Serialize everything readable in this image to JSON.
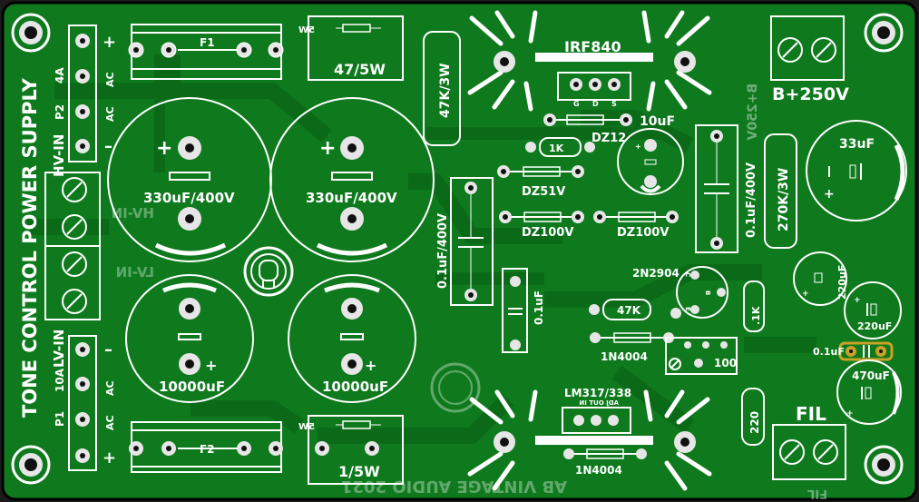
{
  "board": {
    "title": "TONE CONTROL POWER SUPPLY",
    "mirrored_credit": "AB VINTAGE AUDIO 2021",
    "mirrored_b250": "B+250V",
    "mirrored_hv": "HV-IN",
    "mirrored_lv": "LV-IN",
    "mirrored_fil": "FIL",
    "colors": {
      "board": "#0e7a1d",
      "copper": "#0a6b17",
      "silk": "#ffffff",
      "pad": "#e6e6e6",
      "hole": "#111111",
      "gold": "#c9a227"
    }
  },
  "connectors": {
    "p2": {
      "ref": "P2",
      "rating": "4A",
      "pins": [
        "+",
        "AC",
        "AC",
        "–"
      ]
    },
    "p1": {
      "ref": "P1",
      "rating": "10A",
      "pins": [
        "–",
        "AC",
        "AC",
        "+"
      ]
    },
    "hv_in": "HV-IN",
    "lv_in": "LV-IN",
    "b_plus": "B+250V",
    "fil": "FIL"
  },
  "components": {
    "f1": "F1",
    "f2": "F2",
    "r_5w_top": "47/5W",
    "r_5w_top_tag": "5W",
    "r_5w_bottom": "1/5W",
    "r_5w_bottom_tag": "5W",
    "cap_left_top": "330uF/400V",
    "cap_right_top": "330uF/400V",
    "cap_left_bottom": "10000uF",
    "cap_right_bottom": "10000uF",
    "r_47k": "47K/3W",
    "mosfet": "IRF840",
    "mosfet_pins": [
      "G",
      "D",
      "S"
    ],
    "r_1k": "1K",
    "dz12": "DZ12",
    "dz51": "DZ51V",
    "dz100a": "DZ100V",
    "dz100b": "DZ100V",
    "c_10u": "10uF",
    "c_0u1_400_left": "0.1uF/400V",
    "c_0u1_400_right": "0.1uF/400V",
    "r_270k": "270K/3W",
    "c_33u": "33uF",
    "transistor": "2N2904",
    "transistor_pins": [
      "C",
      "B",
      "E"
    ],
    "r_47k_small": "47K",
    "d_1n4004_a": "1N4004",
    "d_1n4004_b": "1N4004",
    "c_0u1_small": "0.1uF",
    "r_1k_vert": ".1K",
    "c_220u_a": "220uF",
    "c_220u_b": "220uF",
    "c_0u1_gold": "0.1uF",
    "c_470u": "470uF",
    "trimmer": "100",
    "regulator": "LM317/338",
    "regulator_pins": "ADJ OUT IN",
    "r_220": "220",
    "plus": "+",
    "minus": "–"
  }
}
